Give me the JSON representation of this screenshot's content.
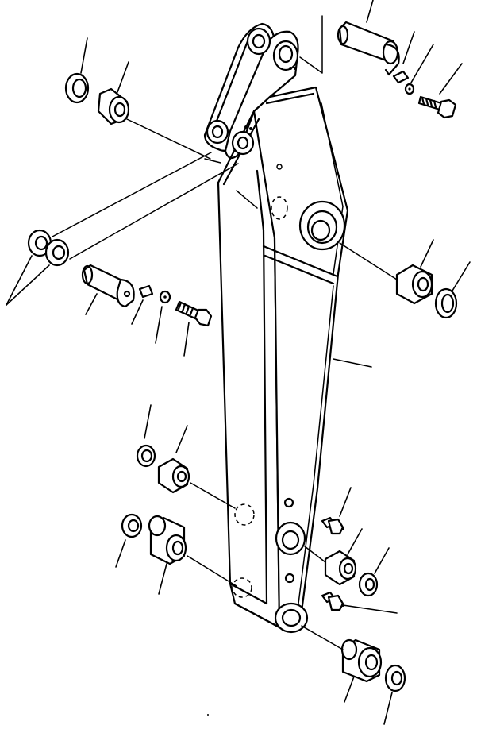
{
  "diagram": {
    "parts": [
      {
        "id": "arm",
        "icon": "arm-structure"
      },
      {
        "id": "upper-left-seal",
        "icon": "dust-seal-ring"
      },
      {
        "id": "upper-left-bushing",
        "icon": "bushing"
      },
      {
        "id": "upper-right-pin",
        "icon": "pin"
      },
      {
        "id": "upper-right-plate",
        "icon": "lock-plate"
      },
      {
        "id": "upper-right-washer",
        "icon": "washer"
      },
      {
        "id": "upper-right-bolt",
        "icon": "bolt"
      },
      {
        "id": "shims",
        "icon": "shim-pair"
      },
      {
        "id": "mid-left-pin",
        "icon": "pin"
      },
      {
        "id": "mid-left-plate",
        "icon": "lock-plate"
      },
      {
        "id": "mid-left-washer",
        "icon": "washer"
      },
      {
        "id": "mid-left-bolt",
        "icon": "bolt"
      },
      {
        "id": "mid-right-bushing",
        "icon": "bushing"
      },
      {
        "id": "mid-right-seal",
        "icon": "dust-seal-ring"
      },
      {
        "id": "lower-left-seal-1",
        "icon": "dust-seal-ring"
      },
      {
        "id": "lower-left-bushing-1",
        "icon": "bushing"
      },
      {
        "id": "lower-left-seal-2",
        "icon": "dust-seal-ring"
      },
      {
        "id": "lower-left-bushing-2",
        "icon": "flanged-bushing"
      },
      {
        "id": "grease-fitting-1",
        "icon": "grease-fitting"
      },
      {
        "id": "lower-right-bushing",
        "icon": "bushing"
      },
      {
        "id": "lower-right-seal",
        "icon": "dust-seal-ring"
      },
      {
        "id": "grease-fitting-2",
        "icon": "grease-fitting"
      },
      {
        "id": "bottom-bushing",
        "icon": "flanged-bushing"
      },
      {
        "id": "bottom-seal",
        "icon": "dust-seal-ring"
      }
    ],
    "colors": {
      "line": "#000000",
      "background": "#ffffff"
    }
  }
}
